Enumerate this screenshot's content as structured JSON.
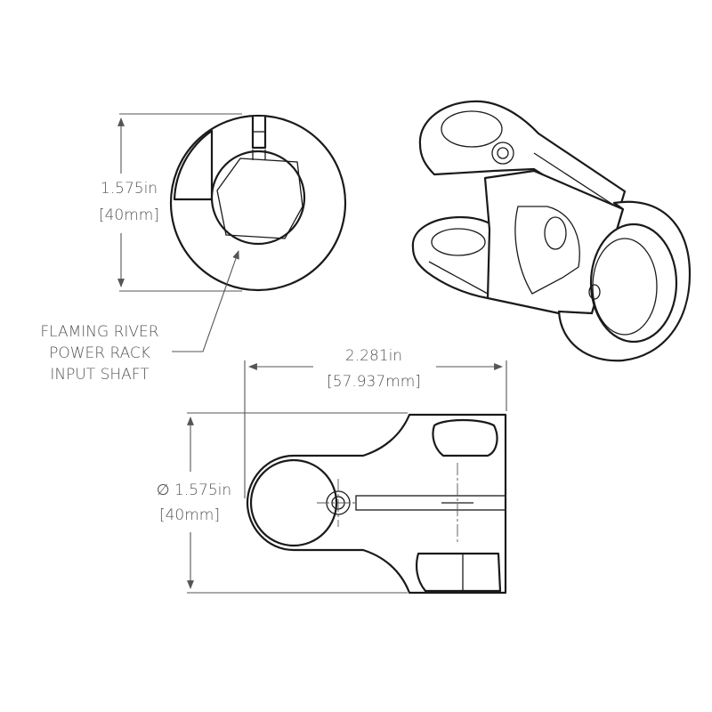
{
  "front_view": {
    "dim_inch": "1.575in",
    "dim_mm": "[40mm]"
  },
  "callout": {
    "line1": "FLAMING RIVER",
    "line2": "POWER RACK",
    "line3": "INPUT SHAFT"
  },
  "top_view": {
    "length_inch": "2.281in",
    "length_mm": "[57.937mm]",
    "diameter_inch": "∅ 1.575in",
    "diameter_mm": "[40mm]"
  },
  "colors": {
    "line": "#1a1a1a",
    "dimension": "#555555",
    "background": "#ffffff"
  }
}
